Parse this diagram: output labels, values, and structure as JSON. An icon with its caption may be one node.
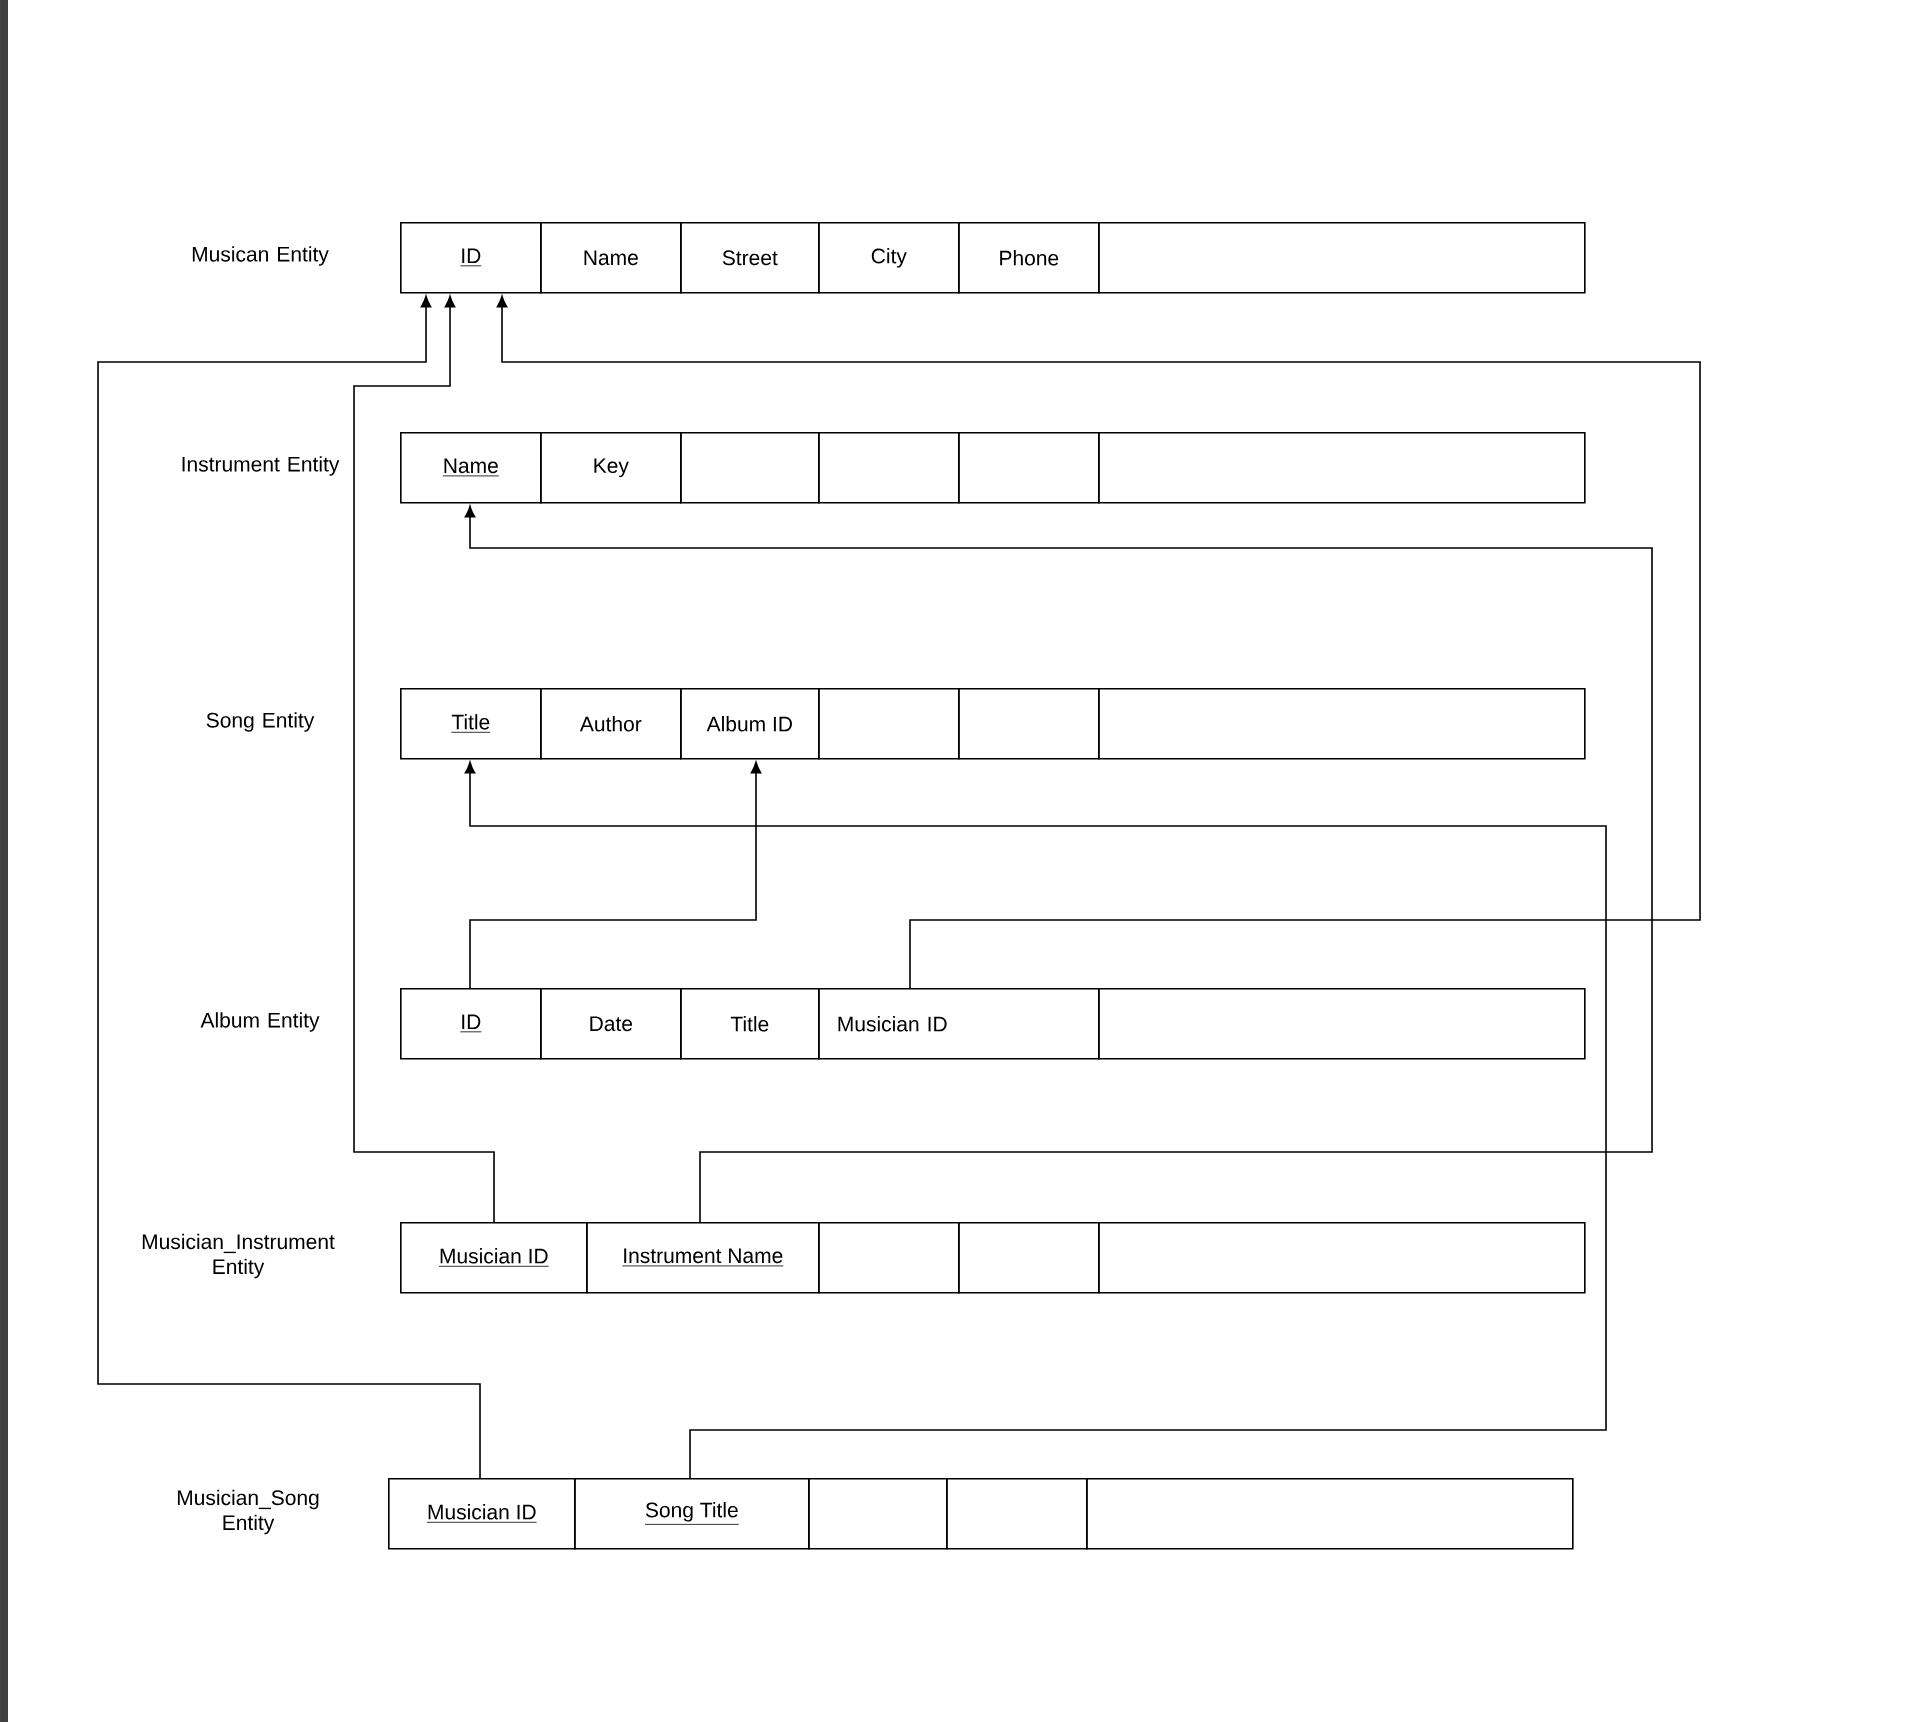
{
  "diagram": {
    "nodes": [
      {
        "text": [
          "ID"
        ]
      },
      {
        "text": [
          "Name"
        ]
      },
      {
        "text": [
          "Street"
        ]
      },
      {
        "text": [
          "City"
        ]
      },
      {
        "text": [
          "Phone"
        ]
      },
      {
        "text": [],
        "shape": "box"
      },
      {
        "text": [
          "Name"
        ]
      },
      {
        "text": [
          "Key"
        ]
      },
      {
        "text": [],
        "shape": "box"
      },
      {
        "text": [],
        "shape": "box"
      },
      {
        "text": [],
        "shape": "box"
      },
      {
        "text": [],
        "shape": "box"
      },
      {
        "text": [
          "Title"
        ]
      },
      {
        "text": [
          "Author"
        ]
      },
      {
        "text": [
          "Album ID"
        ]
      },
      {
        "text": [],
        "shape": "box"
      },
      {
        "text": [],
        "shape": "box"
      },
      {
        "text": [],
        "shape": "box"
      },
      {
        "text": [
          "ID"
        ]
      },
      {
        "text": [
          "Date"
        ]
      },
      {
        "text": [
          "Title"
        ]
      },
      {
        "text": [
          "Musician ID"
        ]
      },
      {
        "text": [],
        "shape": "box"
      },
      {
        "text": [
          "Musician ID"
        ]
      },
      {
        "text": [
          "Instrument Name"
        ]
      },
      {
        "text": [],
        "shape": "box"
      },
      {
        "text": [],
        "shape": "box"
      },
      {
        "text": [],
        "shape": "box"
      },
      {
        "text": [
          "Musician ID"
        ]
      },
      {
        "text": [
          "Song Title"
        ]
      },
      {
        "text": [],
        "shape": "box"
      },
      {
        "text": [],
        "shape": "box"
      },
      {
        "text": [],
        "shape": "box"
      }
    ],
    "edges": [
      {
        "from": 21,
        "to": 0,
        "arrow": "to"
      },
      {
        "from": 23,
        "to": 0,
        "arrow": "to"
      },
      {
        "from": 24,
        "to": 6,
        "arrow": "to"
      },
      {
        "from": 18,
        "to": 14,
        "arrow": "to"
      },
      {
        "from": 28,
        "to": 0,
        "arrow": "to"
      },
      {
        "from": 29,
        "to": 12,
        "arrow": "to"
      }
    ],
    "labels": [
      "Musican Entity",
      "Instrument Entity",
      "Song Entity",
      "Album Entity",
      "Musician_Instrument Entity",
      "Musician_Song Entity"
    ]
  }
}
